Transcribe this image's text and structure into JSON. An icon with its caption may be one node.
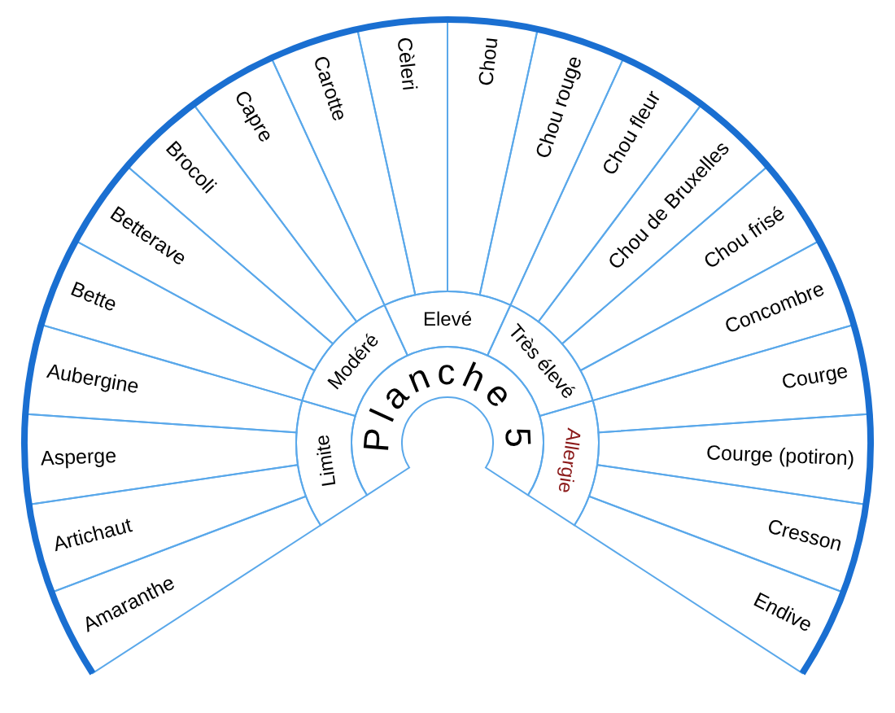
{
  "diagram": {
    "nodes": [
      {
        "text": [
          "Planche 5"
        ]
      },
      {
        "text": [
          "Limite"
        ]
      },
      {
        "text": [
          "Modéré"
        ]
      },
      {
        "text": [
          "Elevé"
        ]
      },
      {
        "text": [
          "Très élevé"
        ]
      },
      {
        "text": [
          "Allergie"
        ]
      },
      {
        "text": [
          "Amaranthe"
        ]
      },
      {
        "text": [
          "Artichaut"
        ]
      },
      {
        "text": [
          "Asperge"
        ]
      },
      {
        "text": [
          "Aubergine"
        ]
      },
      {
        "text": [
          "Bette"
        ]
      },
      {
        "text": [
          "Betterave"
        ]
      },
      {
        "text": [
          "Brocoli"
        ]
      },
      {
        "text": [
          "Capre"
        ]
      },
      {
        "text": [
          "Carotte"
        ]
      },
      {
        "text": [
          "Cèleri"
        ]
      },
      {
        "text": [
          "Chou"
        ]
      },
      {
        "text": [
          "Chou rouge"
        ]
      },
      {
        "text": [
          "Chou fleur"
        ]
      },
      {
        "text": [
          "Chou de Bruxelles"
        ]
      },
      {
        "text": [
          "Chou frisé"
        ]
      },
      {
        "text": [
          "Concombre"
        ]
      },
      {
        "text": [
          "Courge"
        ]
      },
      {
        "text": [
          "Courge (potiron)"
        ]
      },
      {
        "text": [
          "Cresson"
        ]
      },
      {
        "text": [
          "Endive"
        ]
      }
    ]
  }
}
